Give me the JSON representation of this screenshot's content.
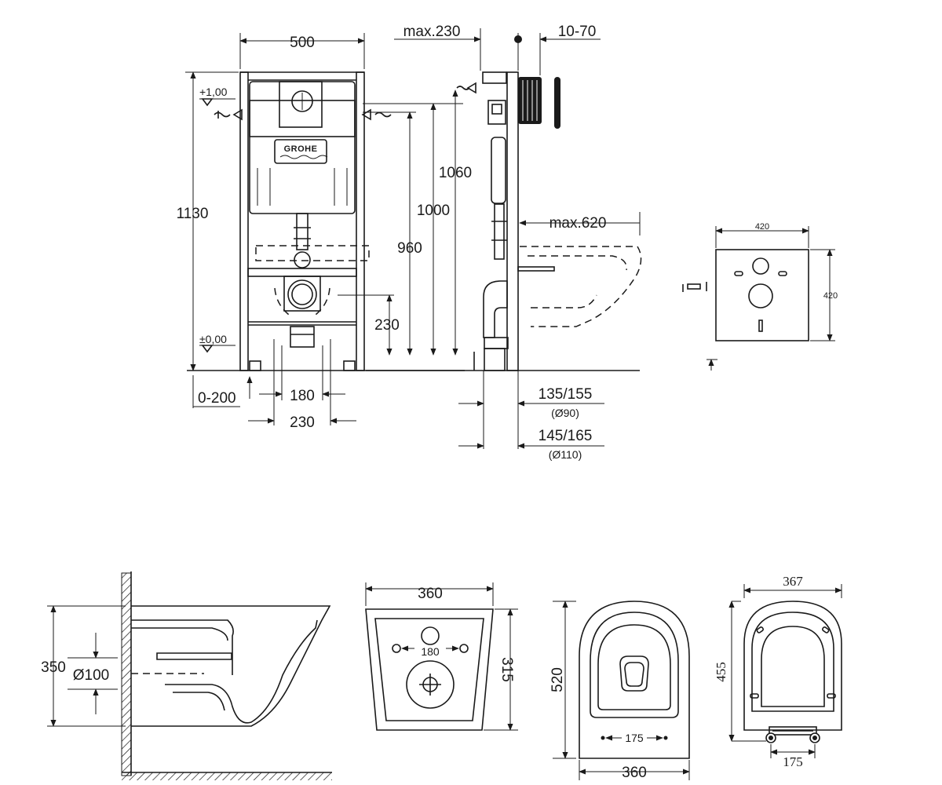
{
  "brand": "GROHE",
  "frame_front": {
    "width": "500",
    "height": "1130",
    "level_top": "+1,00",
    "level_floor": "±0,00",
    "h_1060": "1060",
    "h_1000": "1000",
    "h_960": "960",
    "h_230": "230",
    "adjust_feet": "0-200",
    "spacing_180": "180",
    "spacing_230": "230"
  },
  "frame_side": {
    "max_230": "max.230",
    "range_10_70": "10-70",
    "max_620": "max.620",
    "d1": "135/155",
    "d1_sub": "(Ø90)",
    "d2": "145/165",
    "d2_sub": "(Ø110)"
  },
  "plate": {
    "width": "420",
    "height": "420"
  },
  "bowl_side": {
    "height": "350",
    "diameter": "Ø100"
  },
  "bowl_back": {
    "width": "360",
    "height": "315",
    "spacing": "180"
  },
  "bowl_top": {
    "length": "520",
    "width": "360",
    "spacing": "175"
  },
  "seat": {
    "width": "367",
    "length": "455",
    "spacing": "175"
  }
}
